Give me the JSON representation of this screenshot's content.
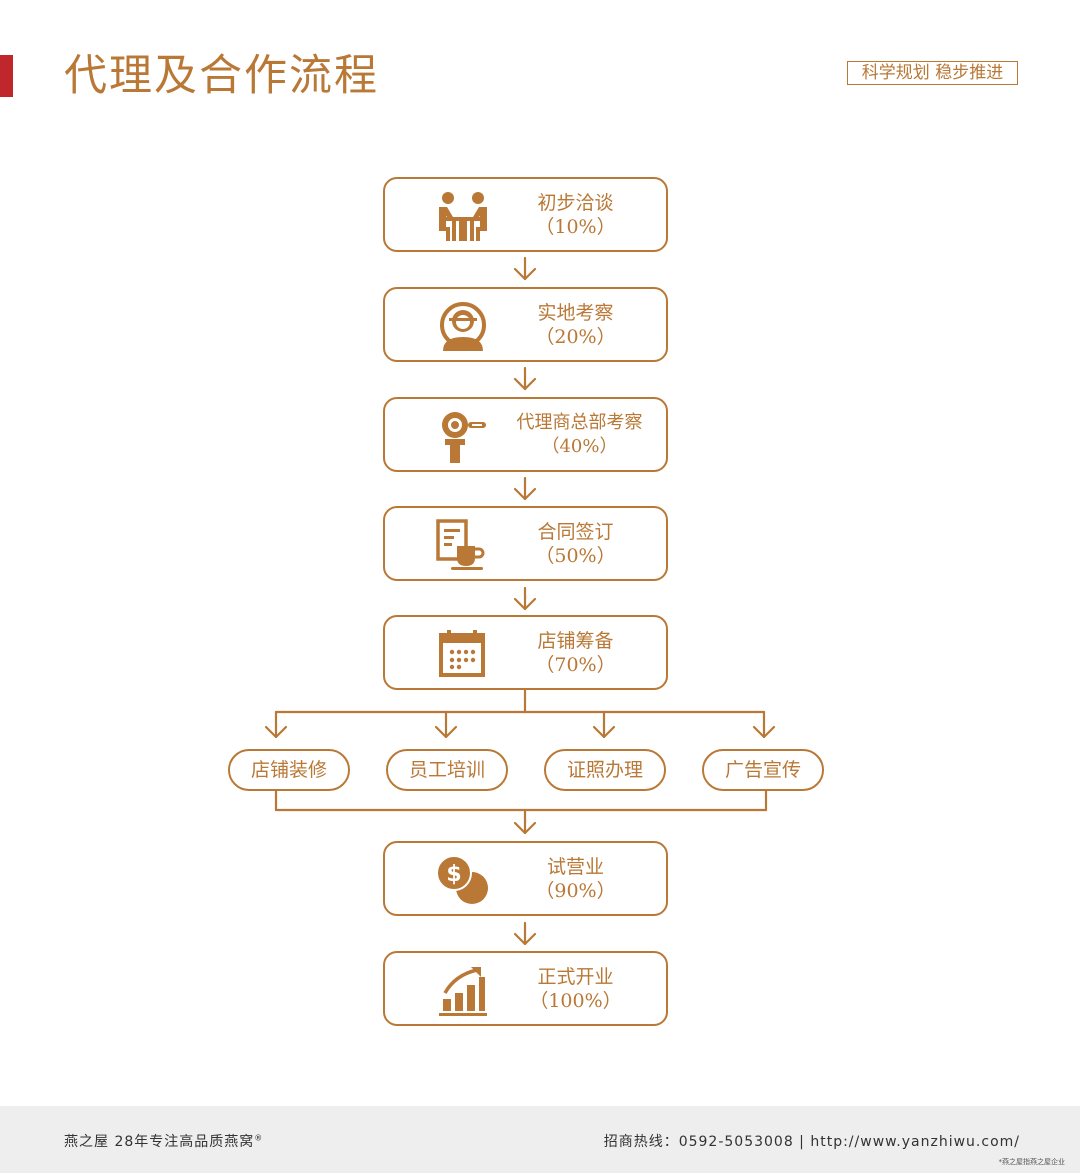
{
  "header": {
    "title": "代理及合作流程",
    "slogan": "科学规划 稳步推进"
  },
  "steps": [
    {
      "label": "初步洽谈",
      "percent": "（10%）",
      "icon": "handshake-meeting-icon"
    },
    {
      "label": "实地考察",
      "percent": "（20%）",
      "icon": "person-inspection-icon"
    },
    {
      "label": "代理商总部考察",
      "percent": "（40%）",
      "icon": "magnifier-search-icon"
    },
    {
      "label": "合同签订",
      "percent": "（50%）",
      "icon": "contract-document-icon"
    },
    {
      "label": "店铺筹备",
      "percent": "（70%）",
      "icon": "calendar-icon"
    },
    {
      "label": "试营业",
      "percent": "（90%）",
      "icon": "dollar-coins-icon"
    },
    {
      "label": "正式开业",
      "percent": "（100%）",
      "icon": "growth-chart-icon"
    }
  ],
  "branches": [
    "店铺装修",
    "员工培训",
    "证照办理",
    "广告宣传"
  ],
  "footer": {
    "brand": "燕之屋  28年专注高品质燕窝",
    "registered_mark": "®",
    "contact": "招商热线：0592-5053008 | http://www.yanzhiwu.com/",
    "note": "*燕之屋指燕之屋企业"
  },
  "colors": {
    "primary": "#b97836",
    "accent": "#c0272d",
    "footer_bg": "#eeeeee"
  }
}
